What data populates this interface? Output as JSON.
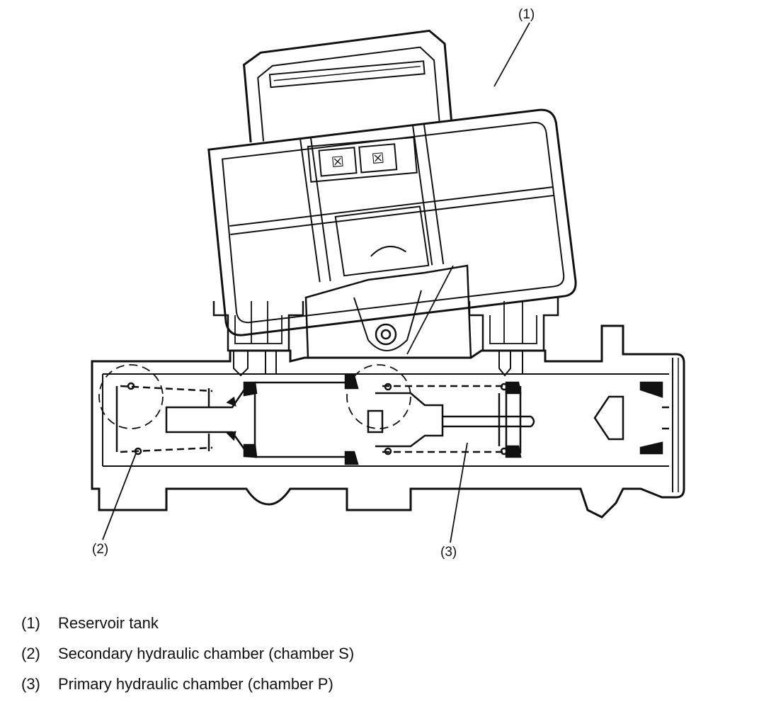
{
  "diagram": {
    "callouts": [
      {
        "id": "1",
        "label": "(1)"
      },
      {
        "id": "2",
        "label": "(2)"
      },
      {
        "id": "3",
        "label": "(3)"
      }
    ]
  },
  "legend": {
    "items": [
      {
        "num": "(1)",
        "text": "Reservoir tank"
      },
      {
        "num": "(2)",
        "text": "Secondary hydraulic chamber (chamber S)"
      },
      {
        "num": "(3)",
        "text": "Primary hydraulic chamber (chamber P)"
      }
    ]
  }
}
